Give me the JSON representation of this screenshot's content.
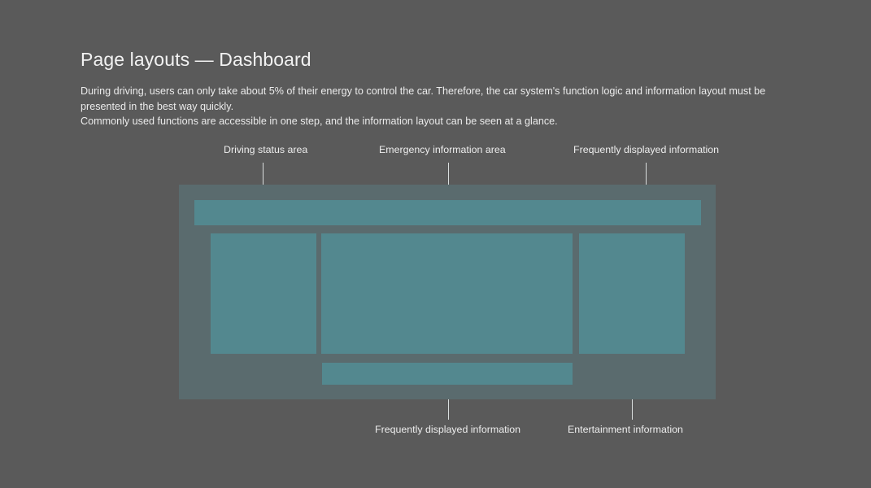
{
  "slide": {
    "background_color": "#5a5a5a",
    "title": "Page layouts — Dashboard",
    "body": {
      "line1": "During driving, users can only take about 5% of their energy to control the car. Therefore, the car system's function logic and information layout must be presented in the best way quickly.",
      "line2": "Commonly used functions are accessible in one step, and the information layout can be seen at a glance."
    }
  },
  "diagram": {
    "panel_color": "#5a6b6e",
    "block_color": "#53888f",
    "leader_color": "#d9dede",
    "dot_color": "#ffffff",
    "blocks": [
      {
        "name": "top-bar",
        "label": "Frequently displayed information"
      },
      {
        "name": "left-block",
        "label": "Driving status area"
      },
      {
        "name": "center-block",
        "label": "Emergency information area"
      },
      {
        "name": "right-block",
        "label": "Entertainment information"
      },
      {
        "name": "bottom-bar",
        "label": "Frequently displayed information"
      }
    ]
  },
  "callouts": {
    "driving_status": "Driving status area",
    "emergency_information": "Emergency information area",
    "frequently_displayed_top": "Frequently displayed information",
    "frequently_displayed_bottom": "Frequently displayed information",
    "entertainment_information": "Entertainment information"
  }
}
